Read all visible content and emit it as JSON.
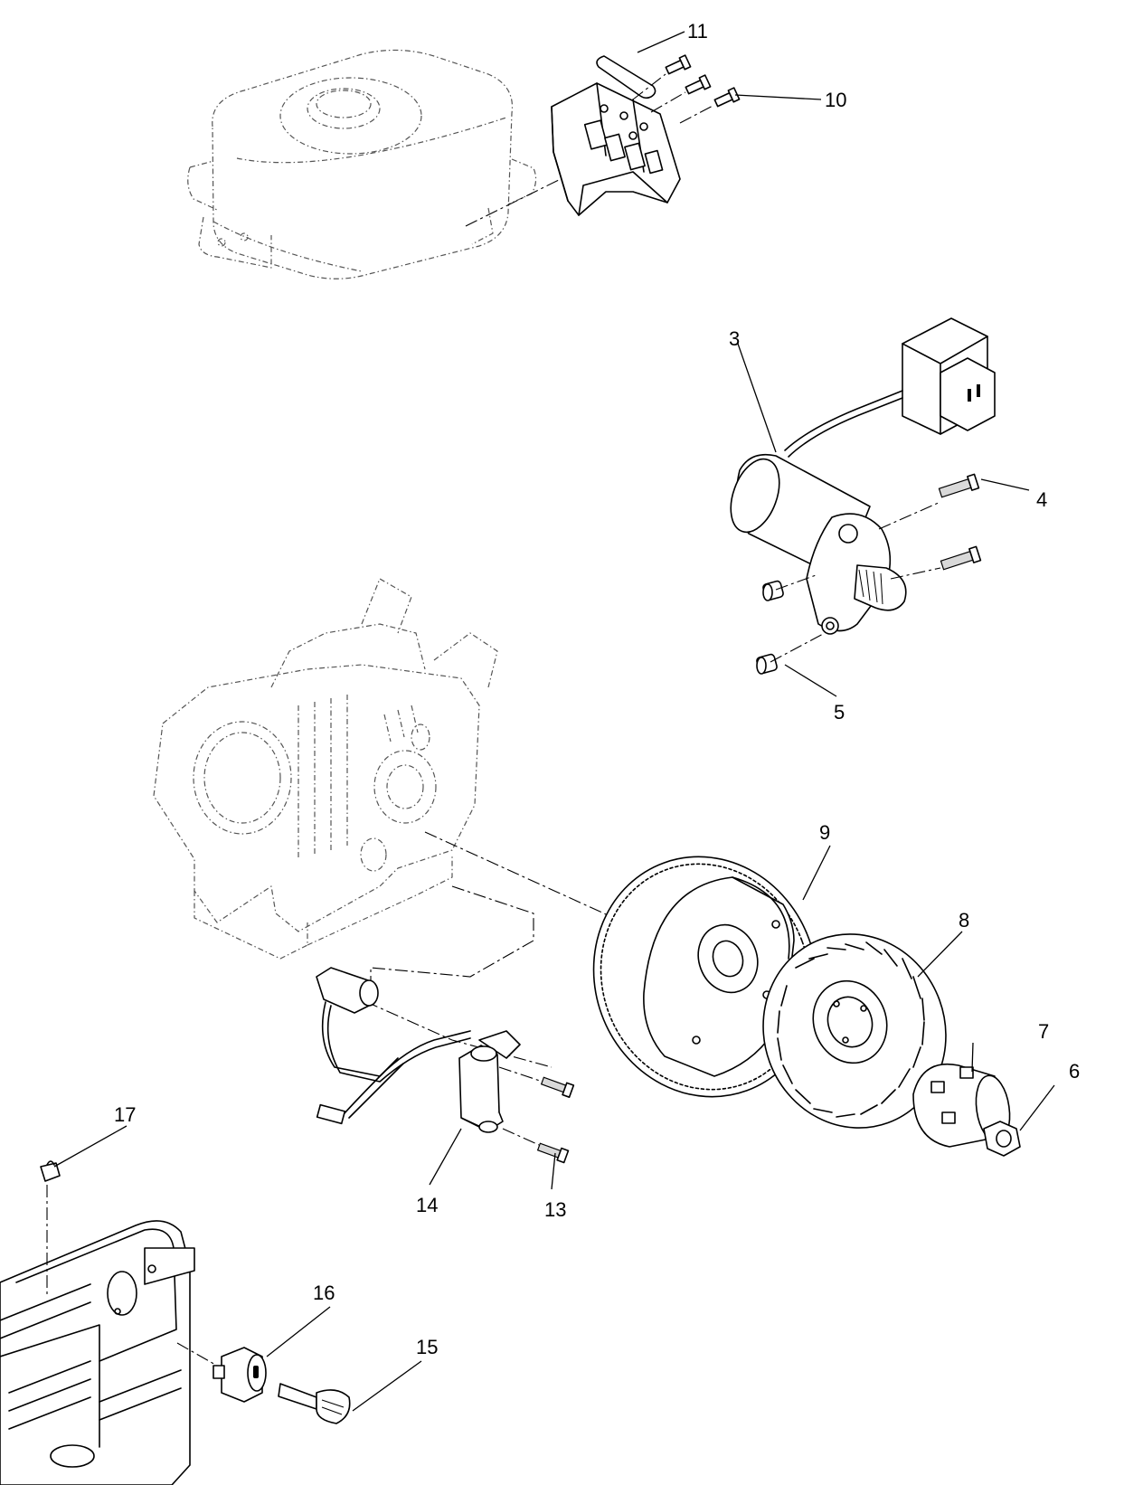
{
  "callouts": {
    "c3": "3",
    "c4": "4",
    "c5": "5",
    "c6": "6",
    "c7": "7",
    "c8": "8",
    "c9": "9",
    "c10": "10",
    "c11": "11",
    "c13": "13",
    "c14": "14",
    "c15": "15",
    "c16": "16",
    "c17": "17"
  },
  "colors": {
    "line": "#000000",
    "background": "#ffffff",
    "ghost_outline": "#555555"
  }
}
